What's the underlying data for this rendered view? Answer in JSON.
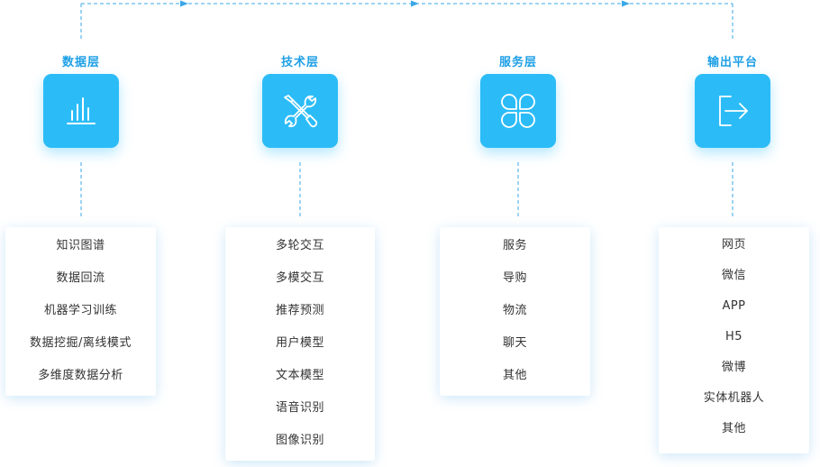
{
  "columns": [
    {
      "title": "数据层",
      "icon": "bar-chart-icon",
      "items": [
        "知识图谱",
        "数据回流",
        "机器学习训练",
        "数据挖掘/离线模式",
        "多维度数据分析"
      ]
    },
    {
      "title": "技术层",
      "icon": "tools-icon",
      "items": [
        "多轮交互",
        "多模交互",
        "推荐预测",
        "用户模型",
        "文本模型",
        "语音识别",
        "图像识别"
      ]
    },
    {
      "title": "服务层",
      "icon": "four-petal-icon",
      "items": [
        "服务",
        "导购",
        "物流",
        "聊天",
        "其他"
      ]
    },
    {
      "title": "输出平台",
      "icon": "export-icon",
      "items": [
        "网页",
        "微信",
        "APP",
        "H5",
        "微博",
        "实体机器人",
        "其他"
      ]
    }
  ],
  "colors": {
    "accent": "#2bbcf7",
    "title": "#1ea0e6",
    "connector": "#3aa8e8",
    "text": "#333333"
  }
}
